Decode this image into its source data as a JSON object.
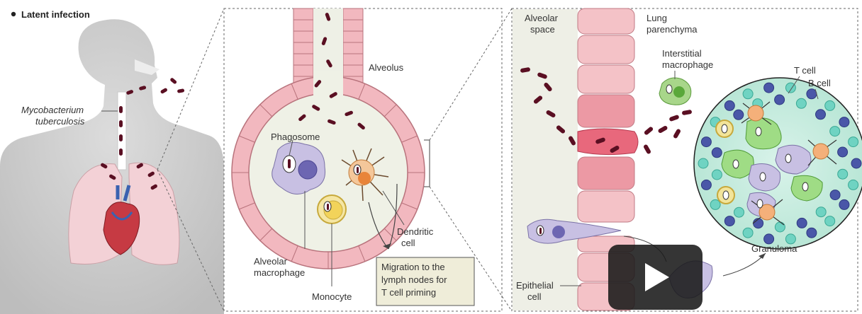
{
  "heading": "Latent infection",
  "panel1": {
    "bacterium_label_line1": "Mycobacterium",
    "bacterium_label_line2": "tuberculosis"
  },
  "panel2": {
    "alveolus": "Alveolus",
    "phagosome": "Phagosome",
    "alveolar_macrophage_line1": "Alveolar",
    "alveolar_macrophage_line2": "macrophage",
    "monocyte": "Monocyte",
    "dendritic_line1": "Dendritic",
    "dendritic_line2": "cell",
    "migration_line1": "Migration to the",
    "migration_line2": "lymph nodes for",
    "migration_line3": "T cell priming"
  },
  "panel3": {
    "alveolar_space_line1": "Alveolar",
    "alveolar_space_line2": "space",
    "lung_line1": "Lung",
    "lung_line2": "parenchyma",
    "interstitial_line1": "Interstitial",
    "interstitial_line2": "macrophage",
    "t_cell": "T cell",
    "b_cell": "B cell",
    "granuloma": "Granuloma",
    "epithelial_line1": "Epithelial",
    "epithelial_line2": "cell"
  },
  "player": {
    "play_icon": "play-icon"
  },
  "colors": {
    "bacterium": "#5a0f22",
    "epithelium": "#f2b8bf",
    "lung": "#f4c7cc",
    "granuloma_bg": "#c8ede0"
  }
}
